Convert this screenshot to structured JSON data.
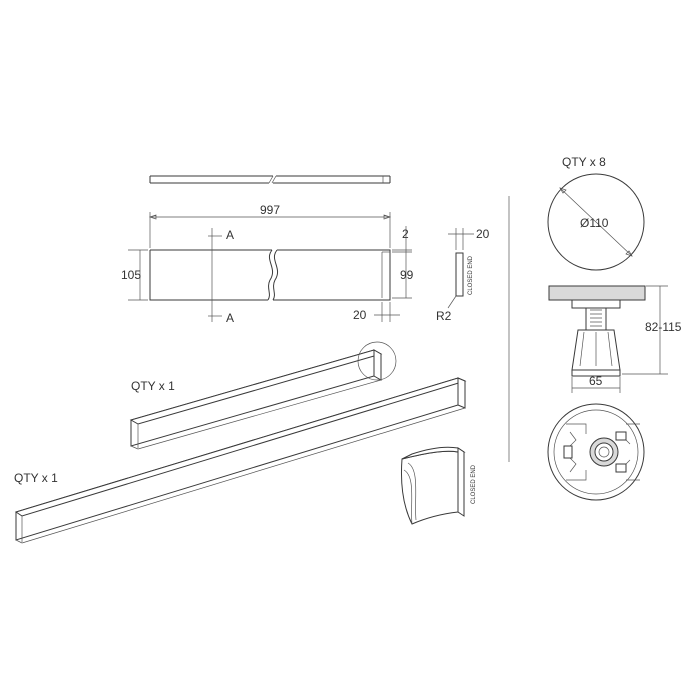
{
  "labels": {
    "length": "997",
    "height": "105",
    "inner_height": "99",
    "top_gap": "2",
    "end_depth": "20",
    "end_width": "20",
    "section": "A",
    "radius": "R2",
    "closed_end": "CLOSED END",
    "qty_panel_short": "QTY x 1",
    "qty_panel_long": "QTY x 1",
    "qty_legs": "QTY x 8",
    "diameter": "Ø110",
    "leg_height": "82-115",
    "leg_width": "65"
  },
  "colors": {
    "line": "#3a3a3a",
    "shade": "#d9d9d9",
    "background": "#ffffff"
  }
}
